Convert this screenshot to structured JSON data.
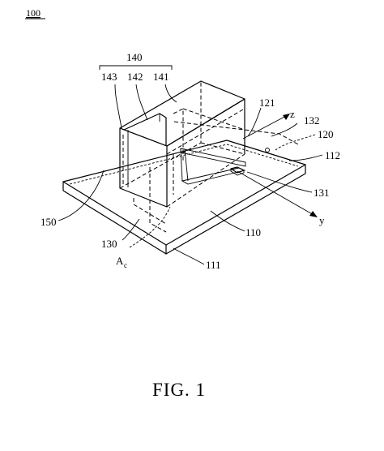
{
  "figure": {
    "number": "100",
    "caption": "FIG. 1",
    "labels": {
      "r140": "140",
      "r143": "143",
      "r142": "142",
      "r141": "141",
      "r121": "121",
      "axis_z": "z",
      "r132": "132",
      "r120": "120",
      "r112": "112",
      "r131": "131",
      "axis_y": "y",
      "r150": "150",
      "r110": "110",
      "r130": "130",
      "r111": "111",
      "ac_main": "A",
      "ac_sub": "c"
    }
  }
}
